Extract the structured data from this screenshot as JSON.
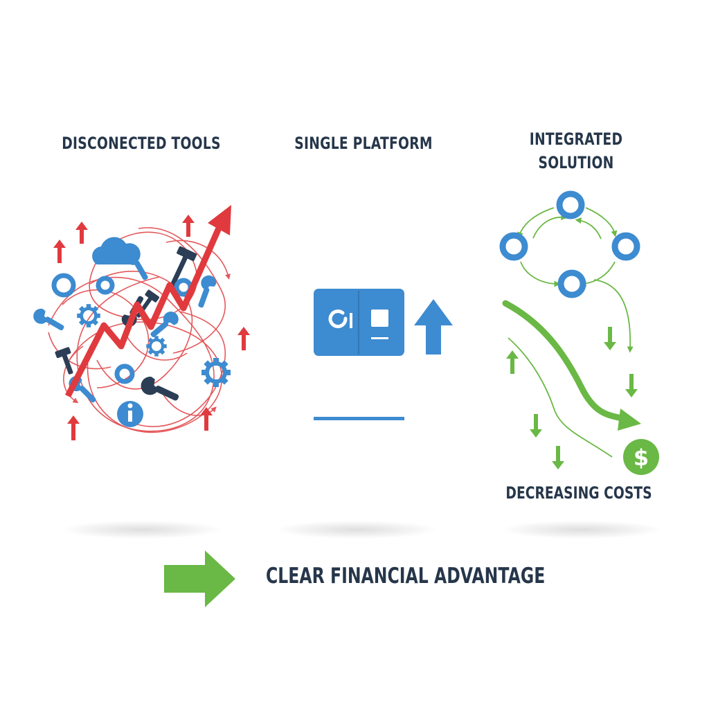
{
  "columns": [
    {
      "id": "disconnected",
      "title": "DISCONECTED TOOLS"
    },
    {
      "id": "single",
      "title": "SINGLE PLATFORM"
    },
    {
      "id": "integrated",
      "title_line1": "INTEGRATED",
      "title_line2": "SOLUTION"
    }
  ],
  "decreasing_label": "DECREASING COSTS",
  "advantage_label": "CLEAR FINANCIAL ADVANTAGE",
  "currency_symbol": "$",
  "icons": [
    "cloud-icon",
    "wrench-icon",
    "hammer-icon",
    "gear-icon",
    "info-icon",
    "dollar-icon",
    "platform-window-icon",
    "up-arrow-icon"
  ],
  "colors": {
    "text": "#26364a",
    "blue": "#3d8bd0",
    "dark_navy": "#2c3e55",
    "red": "#e03a3e",
    "green": "#6ab845"
  }
}
